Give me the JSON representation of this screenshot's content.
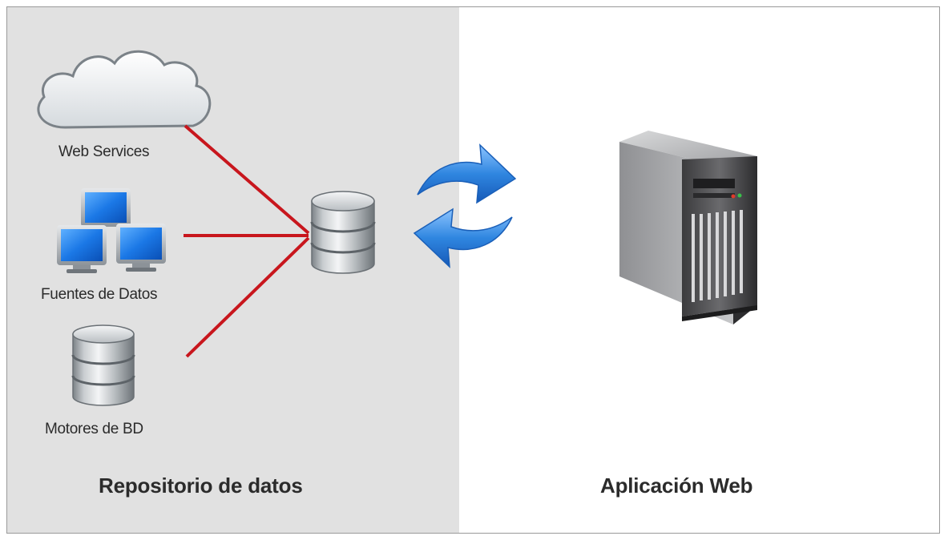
{
  "sources": {
    "web_services": "Web Services",
    "fuentes_de_datos": "Fuentes de Datos",
    "motores_de_bd": "Motores de BD"
  },
  "sections": {
    "repositorio": "Repositorio de datos",
    "aplicacion": "Aplicación Web"
  },
  "colors": {
    "left_background": "#e1e1e1",
    "connector_red": "#c8161d",
    "sync_arrow_blue": "#2f86e0"
  }
}
